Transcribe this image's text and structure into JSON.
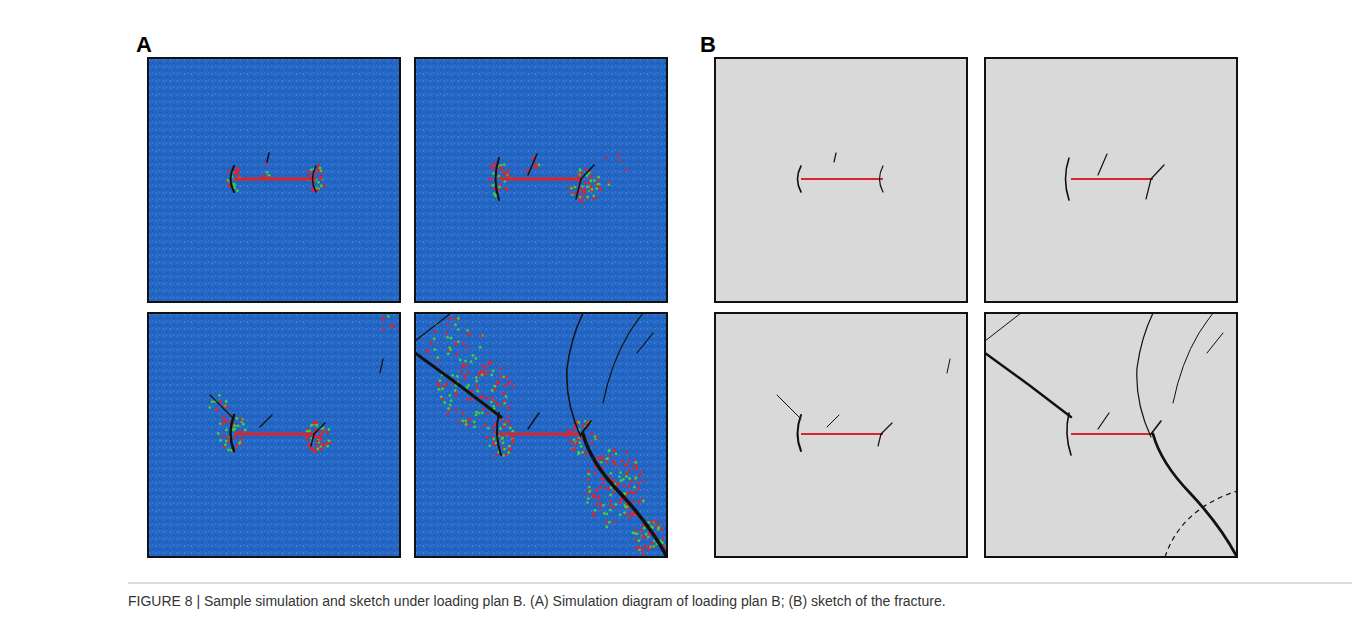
{
  "diagram": {
    "caption": "FIGURE 8 | Sample simulation and sketch under loading plan B. (A) Simulation diagram of loading plan B; (B) sketch of the fracture.",
    "labels": [
      "A",
      "B"
    ]
  }
}
